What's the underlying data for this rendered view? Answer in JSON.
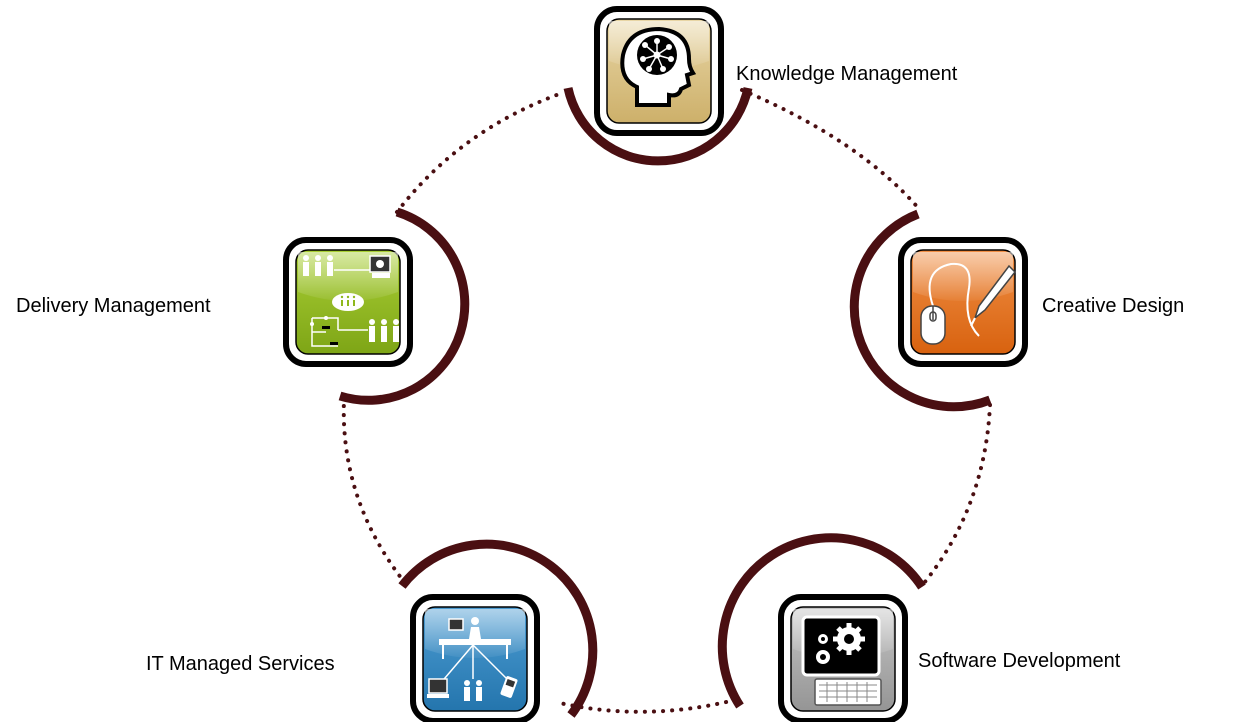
{
  "diagram": {
    "colors": {
      "ring": "#4a0f12",
      "dots": "#4a0f12",
      "tile_border": "#000000",
      "knowledge": "#d9c285",
      "creative": "#e46f1b",
      "software": "#a7a7a7",
      "it": "#2f83bf",
      "delivery": "#8fb81d"
    },
    "nodes": [
      {
        "id": "knowledge",
        "label": "Knowledge Management",
        "icon": "head-network-icon",
        "color": "#d9c285"
      },
      {
        "id": "creative",
        "label": "Creative Design",
        "icon": "mouse-pen-icon",
        "color": "#e46f1b"
      },
      {
        "id": "software",
        "label": "Software Development",
        "icon": "computer-gears-icon",
        "color": "#a7a7a7"
      },
      {
        "id": "it",
        "label": "IT Managed Services",
        "icon": "desk-network-icon",
        "color": "#2f83bf"
      },
      {
        "id": "delivery",
        "label": "Delivery Management",
        "icon": "team-flow-icon",
        "color": "#8fb81d"
      }
    ]
  }
}
